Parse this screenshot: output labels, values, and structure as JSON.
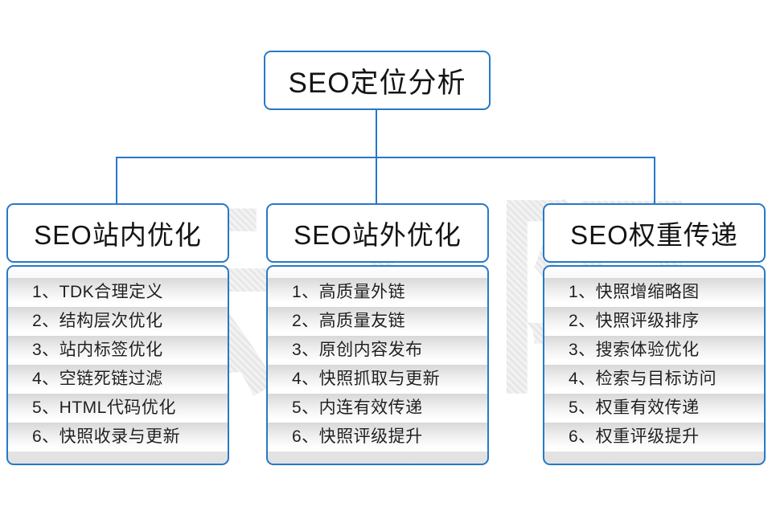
{
  "diagram": {
    "watermark": "云无限",
    "root": {
      "label": "SEO定位分析"
    },
    "columns": [
      {
        "header": "SEO站内优化",
        "items": [
          "1、TDK合理定义",
          "2、结构层次优化",
          "3、站内标签优化",
          "4、空链死链过滤",
          "5、HTML代码优化",
          "6、快照收录与更新"
        ]
      },
      {
        "header": "SEO站外优化",
        "items": [
          "1、高质量外链",
          "2、高质量友链",
          "3、原创内容发布",
          "4、快照抓取与更新",
          "5、内连有效传递",
          "6、快照评级提升"
        ]
      },
      {
        "header": "SEO权重传递",
        "items": [
          "1、快照增缩略图",
          "2、快照评级排序",
          "3、搜索体验优化",
          "4、检索与目标访问",
          "5、权重有效传递",
          "6、权重评级提升"
        ]
      }
    ],
    "colors": {
      "accent": "#2779C6",
      "item_text": "#1F1F1F",
      "watermark_gray": "#ECECEC",
      "node_background": "#FFFFFF"
    }
  }
}
